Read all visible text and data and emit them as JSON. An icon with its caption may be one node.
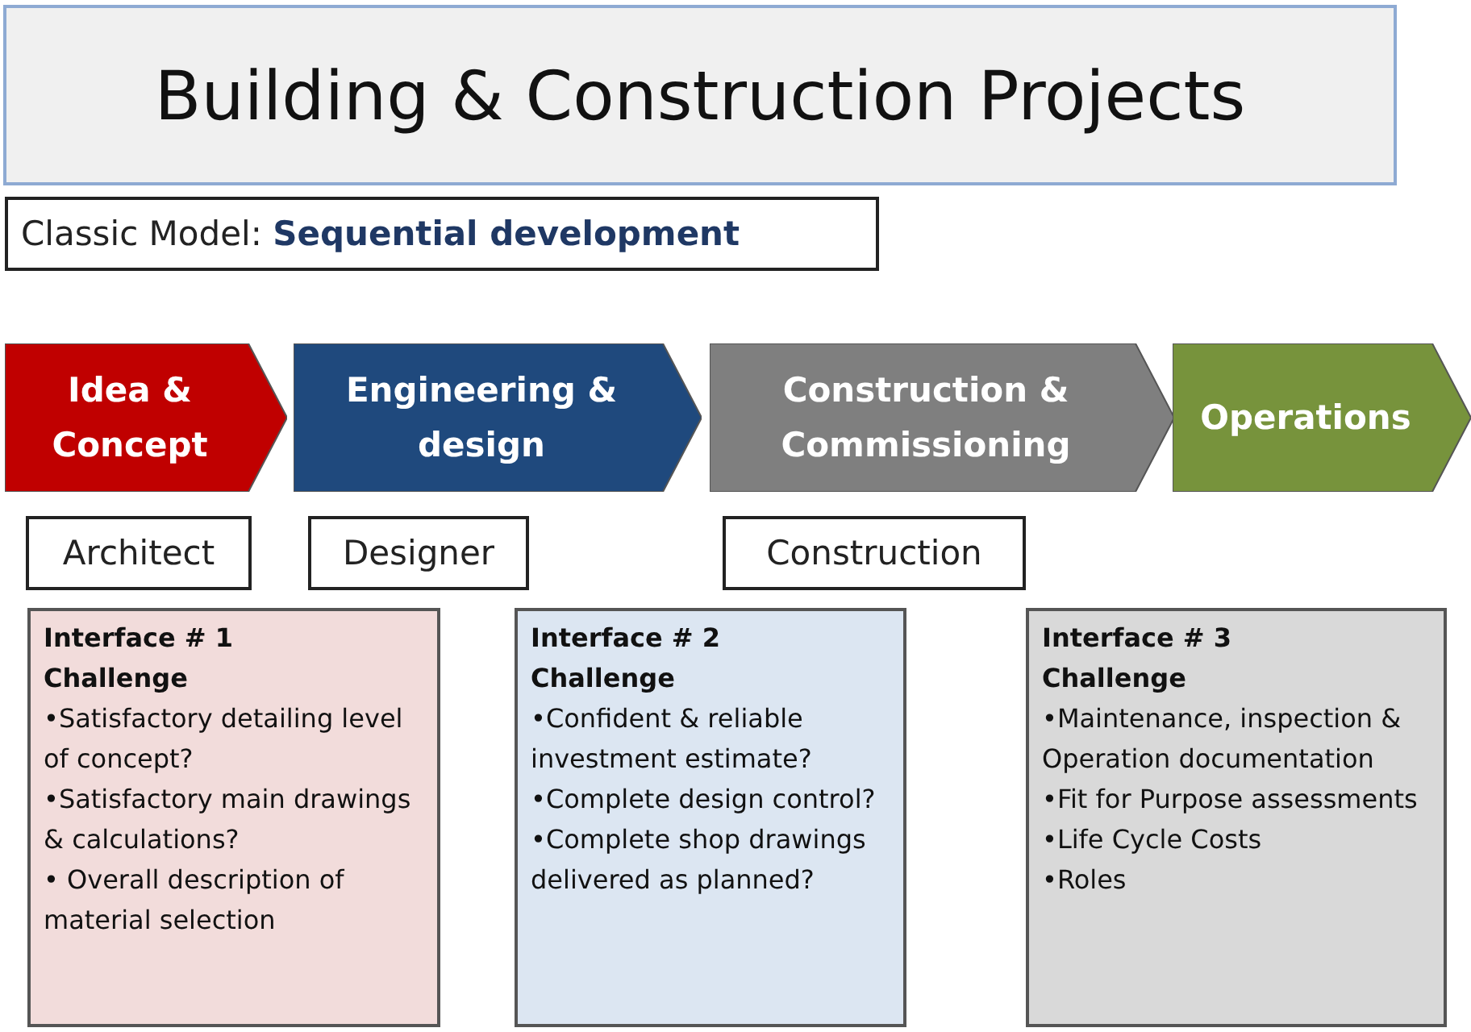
{
  "diagram": {
    "title": "Building & Construction Projects",
    "nodes": [
      {
        "text": [
          "Classic Model: **Sequential development**"
        ]
      },
      {
        "text": [
          "Idea & Concept"
        ]
      },
      {
        "text": [
          "Engineering & design"
        ]
      },
      {
        "text": [
          "Construction & Commissioning"
        ]
      },
      {
        "text": [
          "Operations"
        ]
      },
      {
        "text": [
          "Architect"
        ]
      },
      {
        "text": [
          "Designer"
        ]
      },
      {
        "text": [
          "Construction"
        ]
      },
      {
        "text": [
          "Interface # 1",
          "Challenge",
          "•Satisfactory detailing level of concept?",
          "•Satisfactory main drawings & calculations?",
          "• Overall description of material selection"
        ]
      },
      {
        "text": [
          "Interface # 2",
          "Challenge",
          "•Confident & reliable investment estimate?",
          "•Complete design control?",
          "•Complete shop drawings delivered as planned?"
        ]
      },
      {
        "text": [
          "Interface # 3",
          "Challenge",
          "•Maintenance, inspection & Operation documentation",
          "•Fit for Purpose assessments",
          "•Life Cycle Costs",
          "•Roles"
        ]
      }
    ]
  }
}
